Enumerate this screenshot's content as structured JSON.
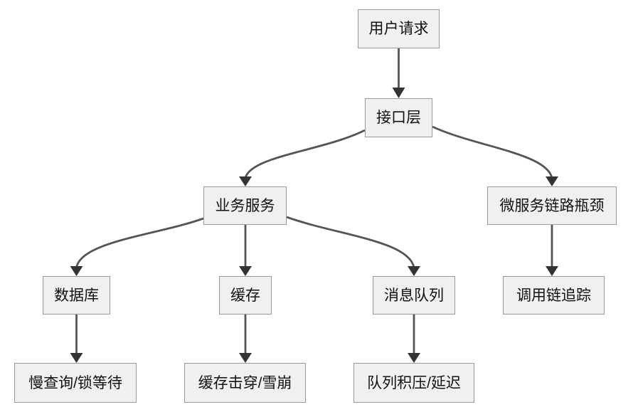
{
  "diagram": {
    "type": "flowchart",
    "direction": "top-down",
    "nodes": {
      "user_request": {
        "label": "用户请求"
      },
      "interface_layer": {
        "label": "接口层"
      },
      "business_service": {
        "label": "业务服务"
      },
      "microservice_bottleneck": {
        "label": "微服务链路瓶颈"
      },
      "database": {
        "label": "数据库"
      },
      "cache": {
        "label": "缓存"
      },
      "message_queue": {
        "label": "消息队列"
      },
      "call_chain_tracing": {
        "label": "调用链追踪"
      },
      "slow_query_lock_wait": {
        "label": "慢查询/锁等待"
      },
      "cache_breakdown_avalanche": {
        "label": "缓存击穿/雪崩"
      },
      "queue_backlog_delay": {
        "label": "队列积压/延迟"
      }
    },
    "edges": [
      {
        "from": "用户请求",
        "to": "接口层"
      },
      {
        "from": "接口层",
        "to": "业务服务"
      },
      {
        "from": "接口层",
        "to": "微服务链路瓶颈"
      },
      {
        "from": "业务服务",
        "to": "数据库"
      },
      {
        "from": "业务服务",
        "to": "缓存"
      },
      {
        "from": "业务服务",
        "to": "消息队列"
      },
      {
        "from": "微服务链路瓶颈",
        "to": "调用链追踪"
      },
      {
        "from": "数据库",
        "to": "慢查询/锁等待"
      },
      {
        "from": "缓存",
        "to": "缓存击穿/雪崩"
      },
      {
        "from": "消息队列",
        "to": "队列积压/延迟"
      }
    ],
    "colors": {
      "background": "#ffffff",
      "node_fill": "#f0f0f0",
      "node_border": "#999999",
      "edge_line": "#555555",
      "arrowhead": "#333333",
      "text": "#111111"
    }
  }
}
